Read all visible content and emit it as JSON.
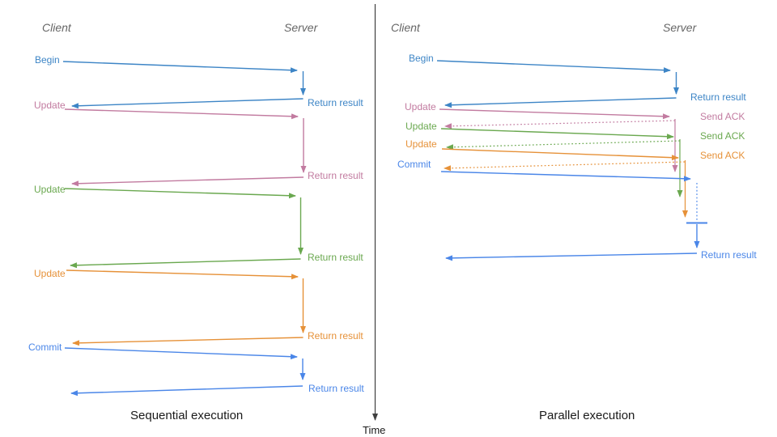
{
  "colors": {
    "blue1": "#3d85c6",
    "blue2": "#4a86e8",
    "pink": "#c27ba0",
    "green": "#6aa84f",
    "orange": "#e69138",
    "axis": "#3f3f3f"
  },
  "divider": {
    "label": "Time"
  },
  "sequential": {
    "title": "Sequential execution",
    "client": "Client",
    "server": "Server",
    "begin": {
      "label": "Begin",
      "result": "Return result"
    },
    "update1": {
      "label": "Update",
      "result": "Return result"
    },
    "update2": {
      "label": "Update",
      "result": "Return result"
    },
    "update3": {
      "label": "Update",
      "result": "Return result"
    },
    "commit": {
      "label": "Commit",
      "result": "Return result"
    }
  },
  "parallel": {
    "title": "Parallel execution",
    "client": "Client",
    "server": "Server",
    "begin": {
      "label": "Begin",
      "result": "Return result"
    },
    "update1": {
      "label": "Update",
      "ack": "Send ACK"
    },
    "update2": {
      "label": "Update",
      "ack": "Send ACK"
    },
    "update3": {
      "label": "Update",
      "ack": "Send ACK"
    },
    "commit": {
      "label": "Commit",
      "result": "Return result"
    }
  }
}
